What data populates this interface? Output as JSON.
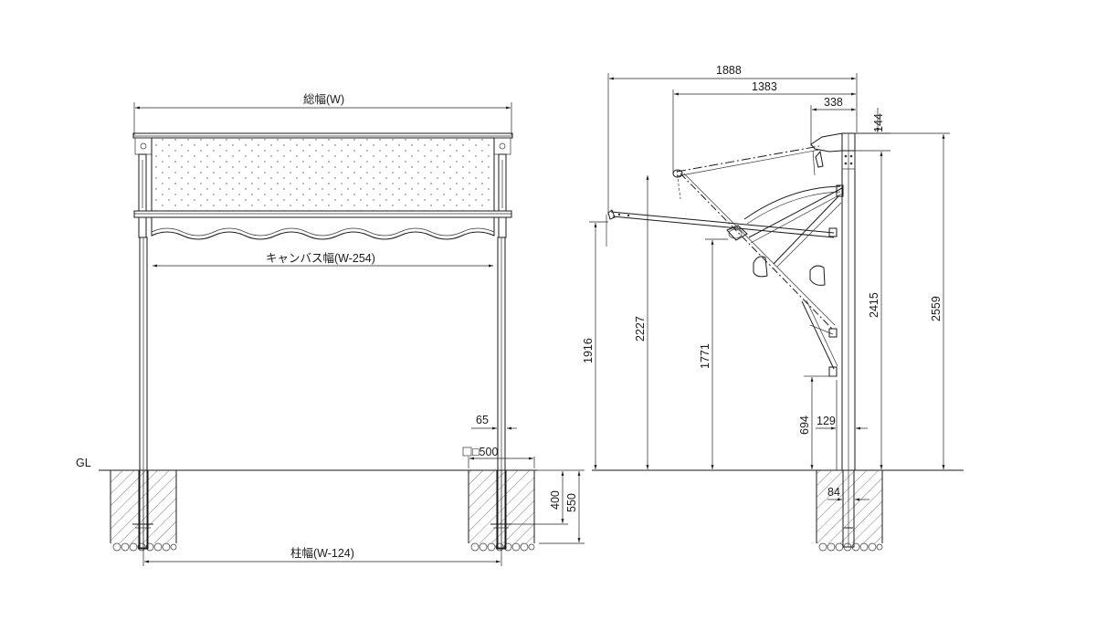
{
  "front_view": {
    "total_width_label": "総幅(W)",
    "canvas_width_label": "キャンバス幅(W-254)",
    "post_width_label": "柱幅(W-124)",
    "ground_label": "GL",
    "post_size_label": "65",
    "foundation_size_label": "□500",
    "embed_depth_label": "400",
    "foundation_depth_label": "550"
  },
  "side_view": {
    "projection_label": "1888",
    "arm_label": "1383",
    "bracket_label": "338",
    "top_offset_label": "144",
    "front_bar_height_label": "1916",
    "canopy_height_label": "2227",
    "arm_pivot_height_label": "1771",
    "bracket_height_label": "2415",
    "total_height_label": "2559",
    "lower_bracket_height_label": "694",
    "post_offset_label": "129",
    "post_base_label": "84"
  }
}
